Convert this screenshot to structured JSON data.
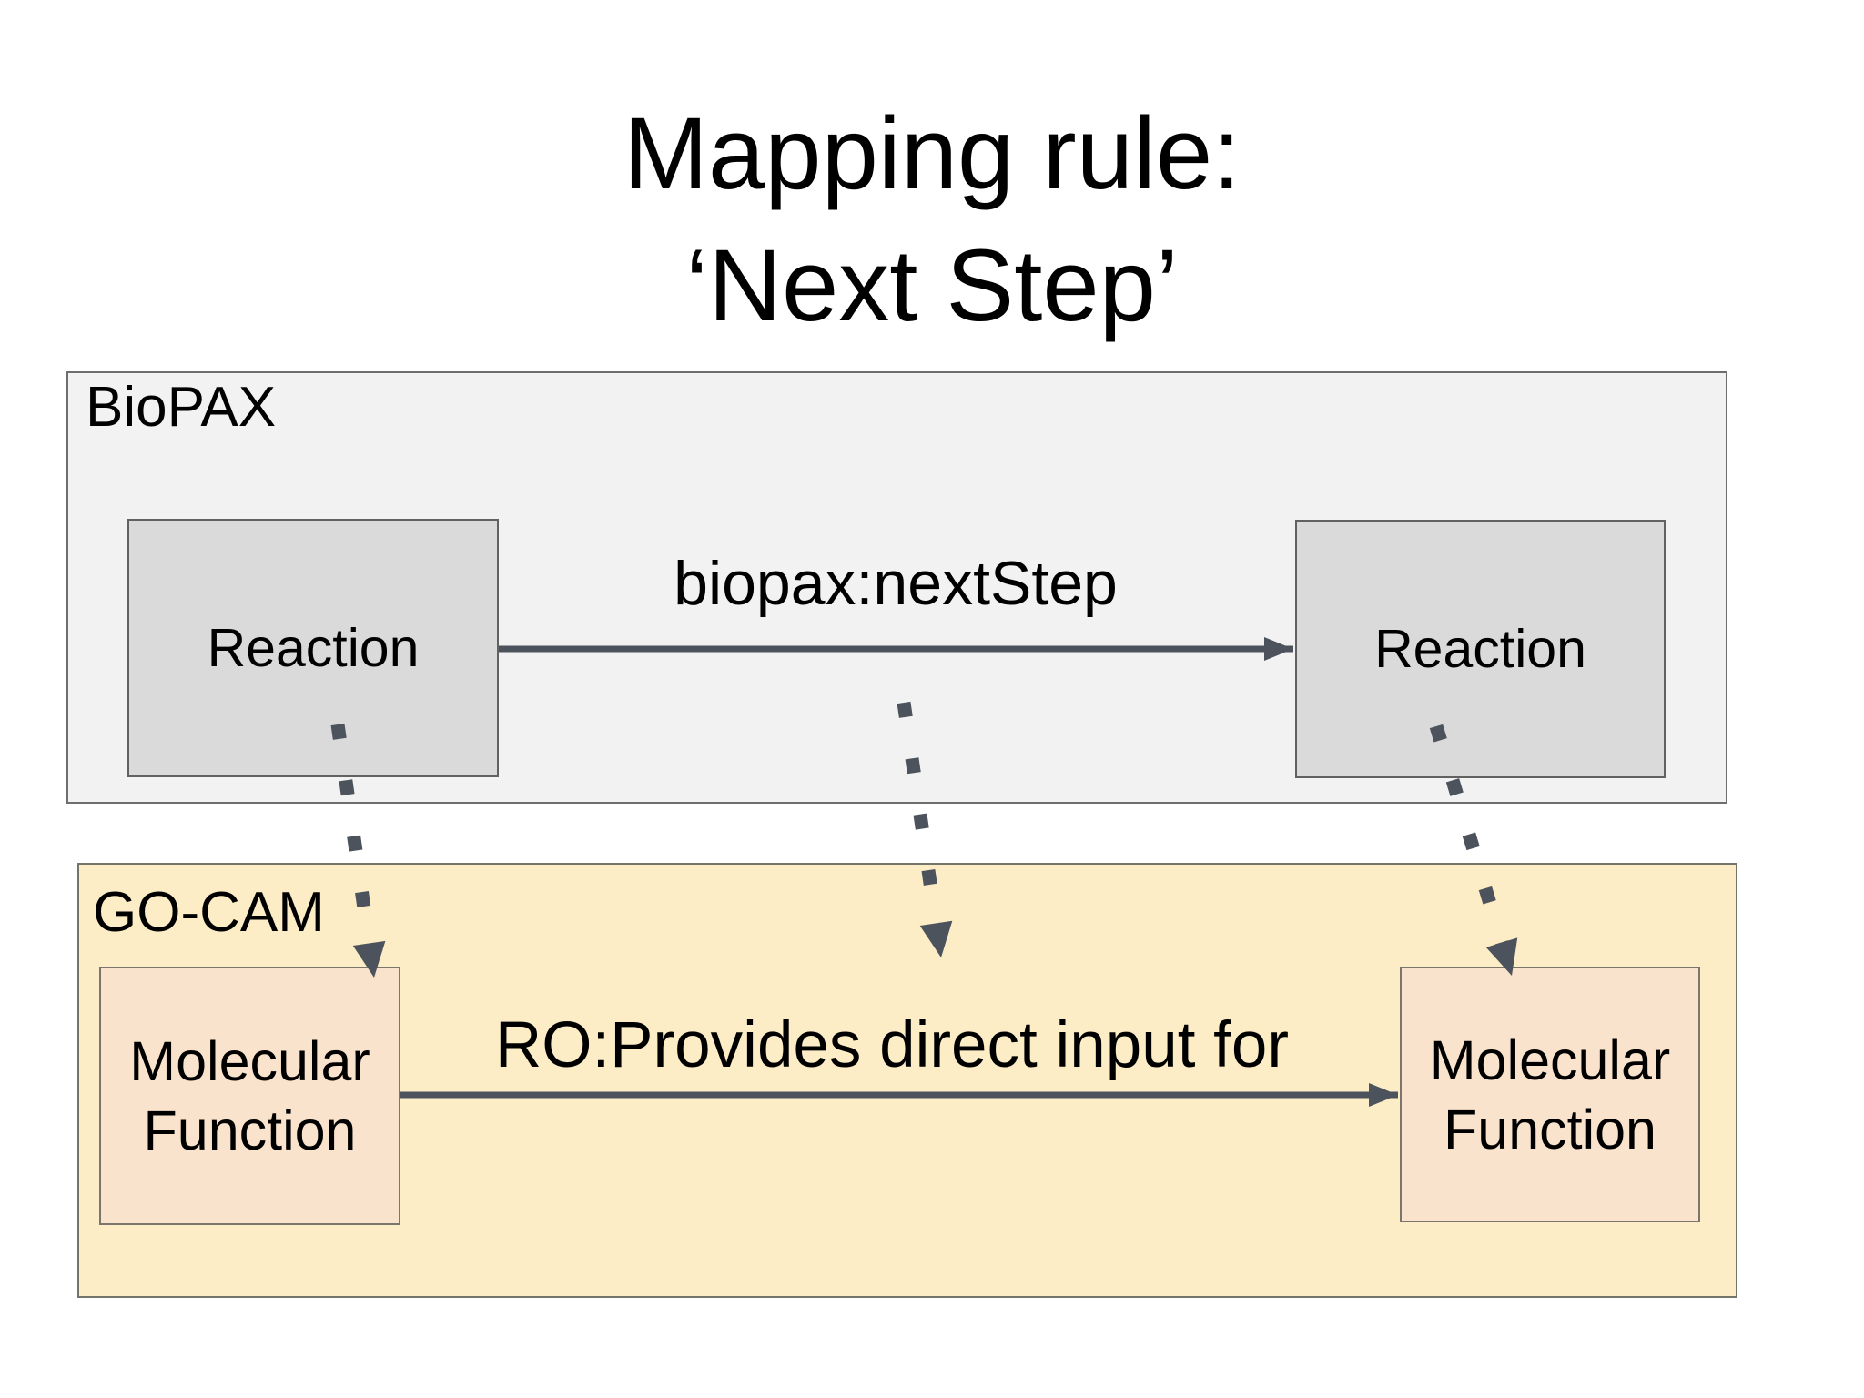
{
  "title": {
    "line1": "Mapping rule:",
    "line2": "‘Next Step’"
  },
  "biopax_panel": {
    "label": "BioPAX",
    "left_box": "Reaction",
    "right_box": "Reaction",
    "arrow_label": "biopax:nextStep"
  },
  "gocam_panel": {
    "label": "GO-CAM",
    "left_box": "Molecular Function",
    "right_box": "Molecular Function",
    "arrow_label": "RO:Provides direct input for"
  },
  "colors": {
    "biopax_panel_fill": "#f2f2f2",
    "reaction_box_fill": "#dadada",
    "gocam_panel_fill": "#fcedc7",
    "molecular_function_box_fill": "#fae3cd",
    "arrow_color": "#4c535c",
    "text_color": "#000000"
  }
}
